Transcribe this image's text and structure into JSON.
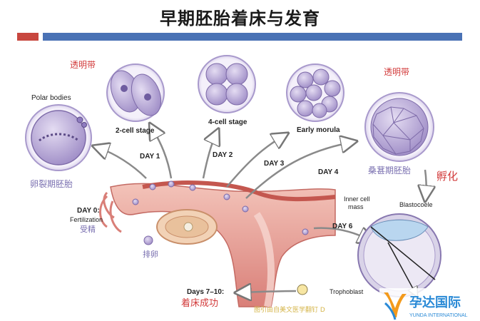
{
  "title": "早期胚胎着床与发育",
  "labels": {
    "zona_left": "透明带",
    "zona_right": "透明带",
    "polar_bodies": "Polar bodies",
    "cleavage_stage": "卵裂期胚胎",
    "two_cell": "2-cell stage",
    "four_cell": "4-cell stage",
    "early_morula": "Early morula",
    "morula_stage": "桑葚期胚胎",
    "hatching": "孵化",
    "inner_cell_mass": "Inner cell\nmass",
    "blastocoele": "Blastocoele",
    "trophoblast": "Trophoblast",
    "fertilization": "Fertilization",
    "fertilization_cn": "受精",
    "ovulation": "排卵",
    "implantation_cn": "着床成功",
    "watermark": "图引由自美文医学翻钉 D"
  },
  "days": {
    "d0": "DAY 0:",
    "d1": "DAY 1",
    "d2": "DAY 2",
    "d3": "DAY 3",
    "d4": "DAY 4",
    "d6": "DAY 6",
    "d7_10": "Days 7–10:"
  },
  "logo": {
    "name": "孕达国际",
    "sub": "YUNDA INTERNATIONAL"
  },
  "colors": {
    "header_red": "#c8473f",
    "header_blue": "#4a72b5",
    "label_red": "#d23a3a",
    "cell_purple": "#b7a6d6",
    "tissue_pink": "#e8a39c",
    "logo_blue": "#2a8ad6",
    "logo_orange": "#f39a1c"
  }
}
